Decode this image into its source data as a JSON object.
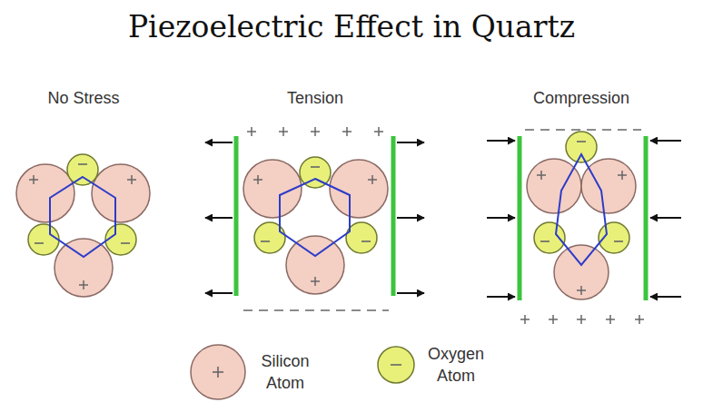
{
  "diagram": {
    "title": "Piezoelectric Effect in Quartz",
    "labels": [
      "No Stress",
      "Tension",
      "Compression"
    ],
    "legend": [
      {
        "text": "Silicon Atom",
        "color": "#f4cfc4"
      },
      {
        "text": "Oxygen Atom",
        "color": "#e8f07a"
      }
    ]
  }
}
